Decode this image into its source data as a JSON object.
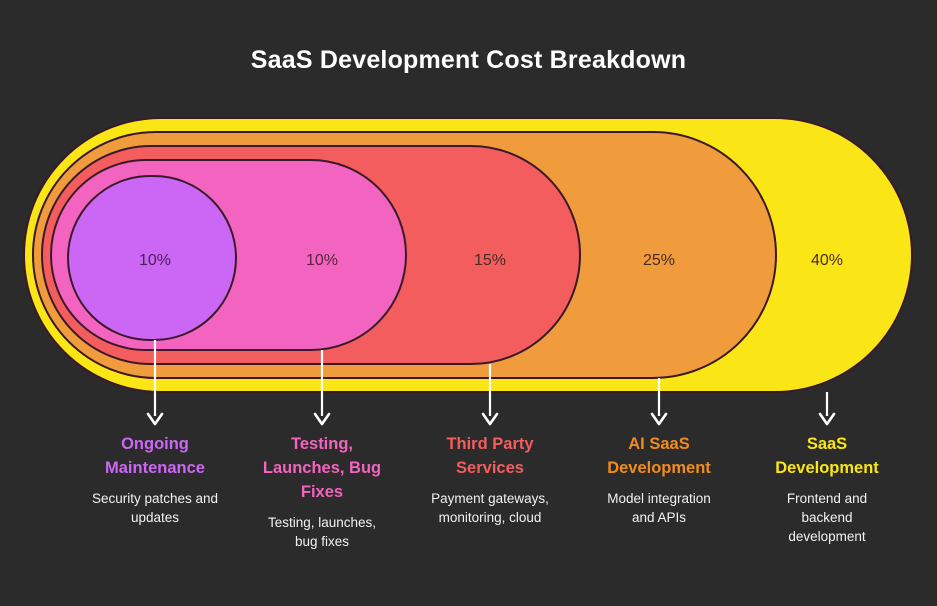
{
  "title": "SaaS Development Cost Breakdown",
  "background_color": "#2b2b2b",
  "chart_data": {
    "type": "bar",
    "title": "SaaS Development Cost Breakdown",
    "xlabel": "",
    "ylabel": "",
    "categories": [
      "SaaS Development",
      "AI SaaS Development",
      "Third Party Services",
      "Testing, Launches, Bug Fixes",
      "Ongoing Maintenance"
    ],
    "values": [
      40,
      25,
      15,
      10,
      10
    ],
    "value_labels": [
      "40%",
      "25%",
      "15%",
      "10%",
      "10%"
    ],
    "colors": [
      "#fae617",
      "#f09b3c",
      "#f45d5d",
      "#f264bf",
      "#cc66f5"
    ],
    "legend": "none",
    "grid": false,
    "note": "Nested concentric rounded-pill (funnel) layers; outermost = largest share"
  },
  "segments": [
    {
      "pct": "10%",
      "title": "Ongoing\nMaintenance",
      "title_lines": [
        "Ongoing",
        "Maintenance"
      ],
      "desc_lines": [
        "Security patches and",
        "updates"
      ],
      "color": "#cc66f5",
      "title_color": "#cc66f5",
      "pct_color": "#4a2058"
    },
    {
      "pct": "10%",
      "title": "Testing, Launches, Bug Fixes",
      "title_lines": [
        "Testing,",
        "Launches, Bug",
        "Fixes"
      ],
      "desc_lines": [
        "Testing, launches,",
        "bug fixes"
      ],
      "color": "#f264bf",
      "title_color": "#f264bf",
      "pct_color": "#5a2340"
    },
    {
      "pct": "15%",
      "title": "Third Party Services",
      "title_lines": [
        "Third Party",
        "Services"
      ],
      "desc_lines": [
        "Payment gateways,",
        "monitoring, cloud"
      ],
      "color": "#f45d5d",
      "title_color": "#f45d5d",
      "pct_color": "#4a2a22"
    },
    {
      "pct": "25%",
      "title": "AI SaaS Development",
      "title_lines": [
        "AI SaaS",
        "Development"
      ],
      "desc_lines": [
        "Model integration",
        "and APIs"
      ],
      "color": "#f09b3c",
      "title_color": "#f08c20",
      "pct_color": "#4a2a22"
    },
    {
      "pct": "40%",
      "title": "SaaS Development",
      "title_lines": [
        "SaaS",
        "Development"
      ],
      "desc_lines": [
        "Frontend and",
        "backend",
        "development"
      ],
      "color": "#fae617",
      "title_color": "#fae617",
      "pct_color": "#4a3a12"
    }
  ],
  "stroke_color": "#3a1a2a",
  "arrow_color": "#ffffff"
}
